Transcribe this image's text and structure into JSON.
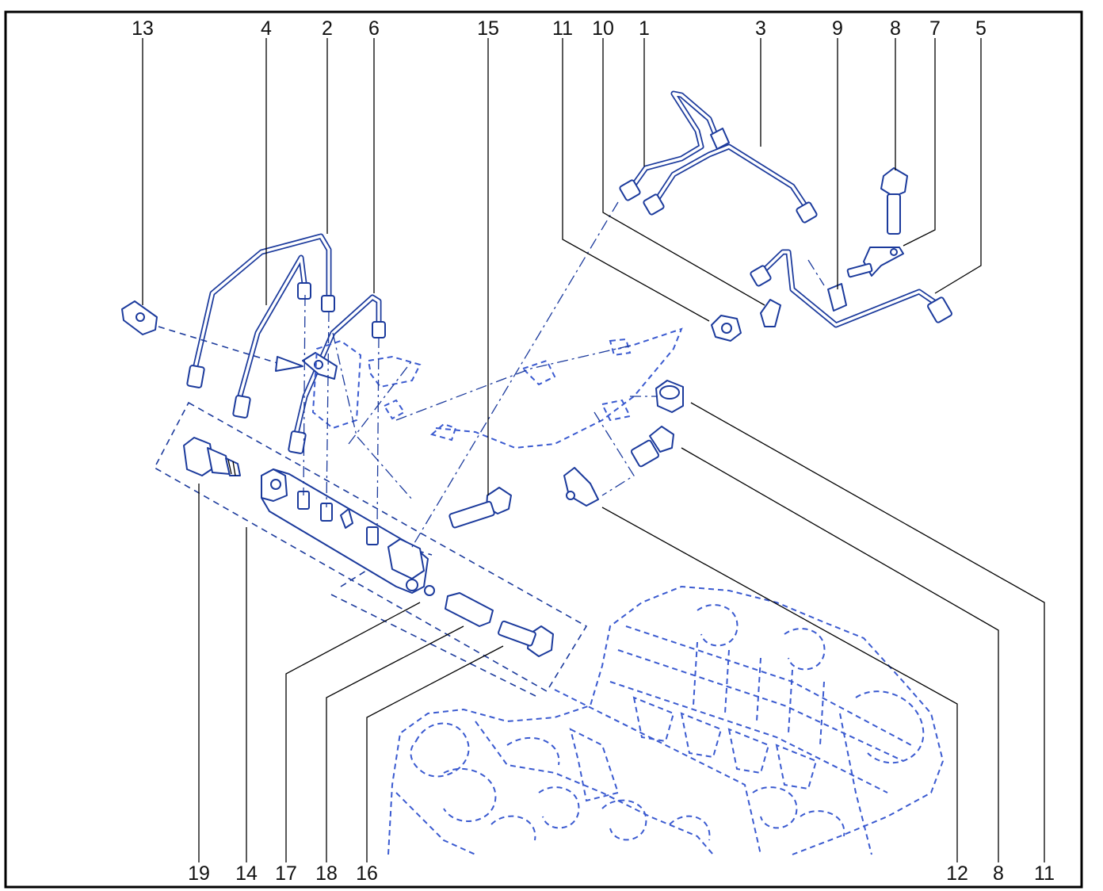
{
  "colors": {
    "line": "#1b3a9c",
    "ghost": "#3a5ad0",
    "frame": "#000000",
    "label": "#111111"
  },
  "top_labels": [
    "13",
    "4",
    "2",
    "6",
    "15",
    "11",
    "10",
    "1",
    "3",
    "9",
    "8",
    "7",
    "5"
  ],
  "bottom_labels": [
    "19",
    "14",
    "17",
    "18",
    "16",
    "12",
    "8",
    "11"
  ]
}
